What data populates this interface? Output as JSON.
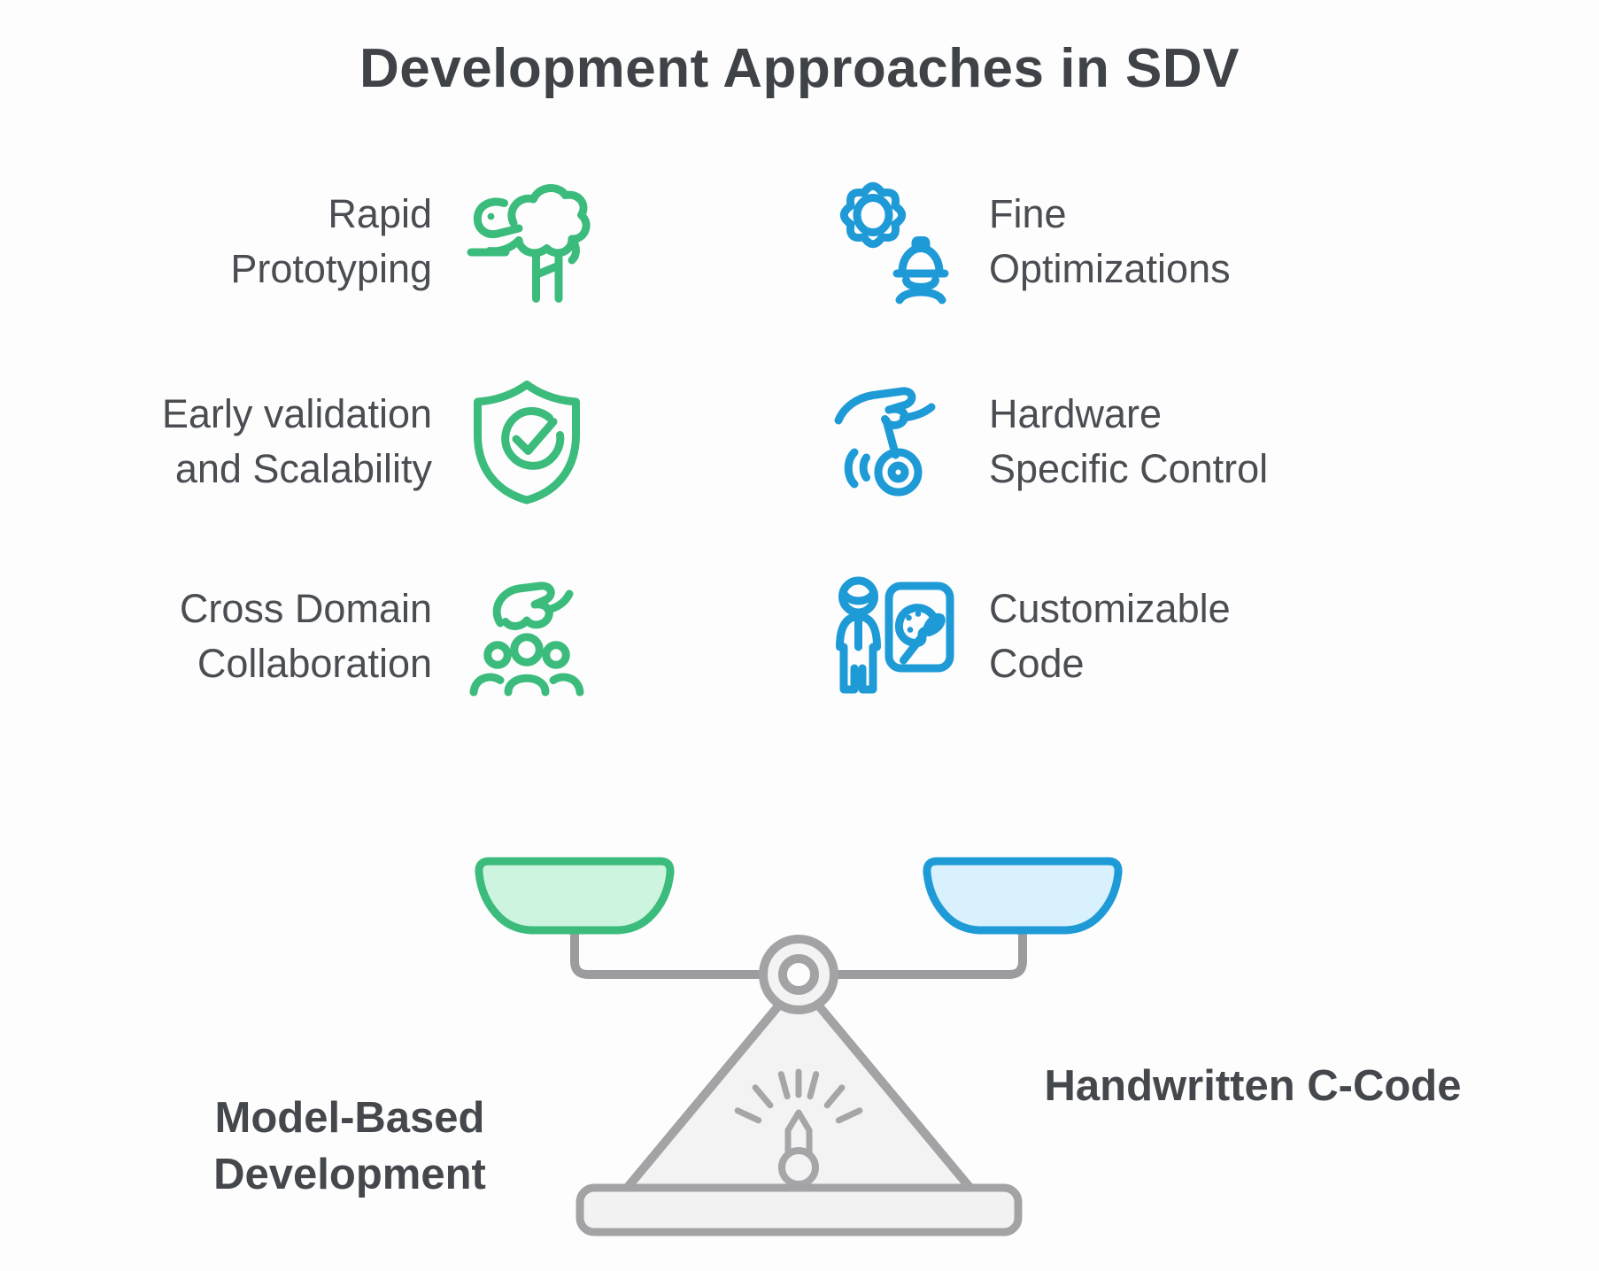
{
  "title": "Development Approaches in SDV",
  "left_column": {
    "side_label_lines": [
      "Model-Based",
      "Development"
    ],
    "side_label": "Model-Based Development",
    "accent_color": "#3CBC7C",
    "items": [
      {
        "text": "Rapid Prototyping",
        "lines": [
          "Rapid",
          "Prototyping"
        ],
        "icon": "sheep-jumping-fence-icon"
      },
      {
        "text": "Early validation and Scalability",
        "lines": [
          "Early validation",
          "and Scalability"
        ],
        "icon": "shield-check-icon"
      },
      {
        "text": "Cross Domain Collaboration",
        "lines": [
          "Cross Domain",
          "Collaboration"
        ],
        "icon": "hand-over-team-icon"
      }
    ]
  },
  "right_column": {
    "side_label": "Handwritten C-Code",
    "accent_color": "#1E9BD7",
    "items": [
      {
        "text": "Fine Optimizations",
        "lines": [
          "Fine",
          "Optimizations"
        ],
        "icon": "gear-engineer-icon"
      },
      {
        "text": "Hardware Specific Control",
        "lines": [
          "Hardware",
          "Specific Control"
        ],
        "icon": "hand-yoyo-icon"
      },
      {
        "text": "Customizable Code",
        "lines": [
          "Customizable",
          "Code"
        ],
        "icon": "artist-canvas-icon"
      }
    ]
  },
  "scale": {
    "type": "balance-scale",
    "left_pan_fill": "#CDF4DE",
    "left_pan_border": "#3CBC7C",
    "right_pan_fill": "#D8F1FC",
    "right_pan_border": "#1E9BD7",
    "stand_fill": "#F3F3F4",
    "stand_border": "#A3A3A5"
  },
  "colors": {
    "title_text": "#3F4347",
    "item_text": "#4A4D51",
    "label_text": "#44474B"
  }
}
